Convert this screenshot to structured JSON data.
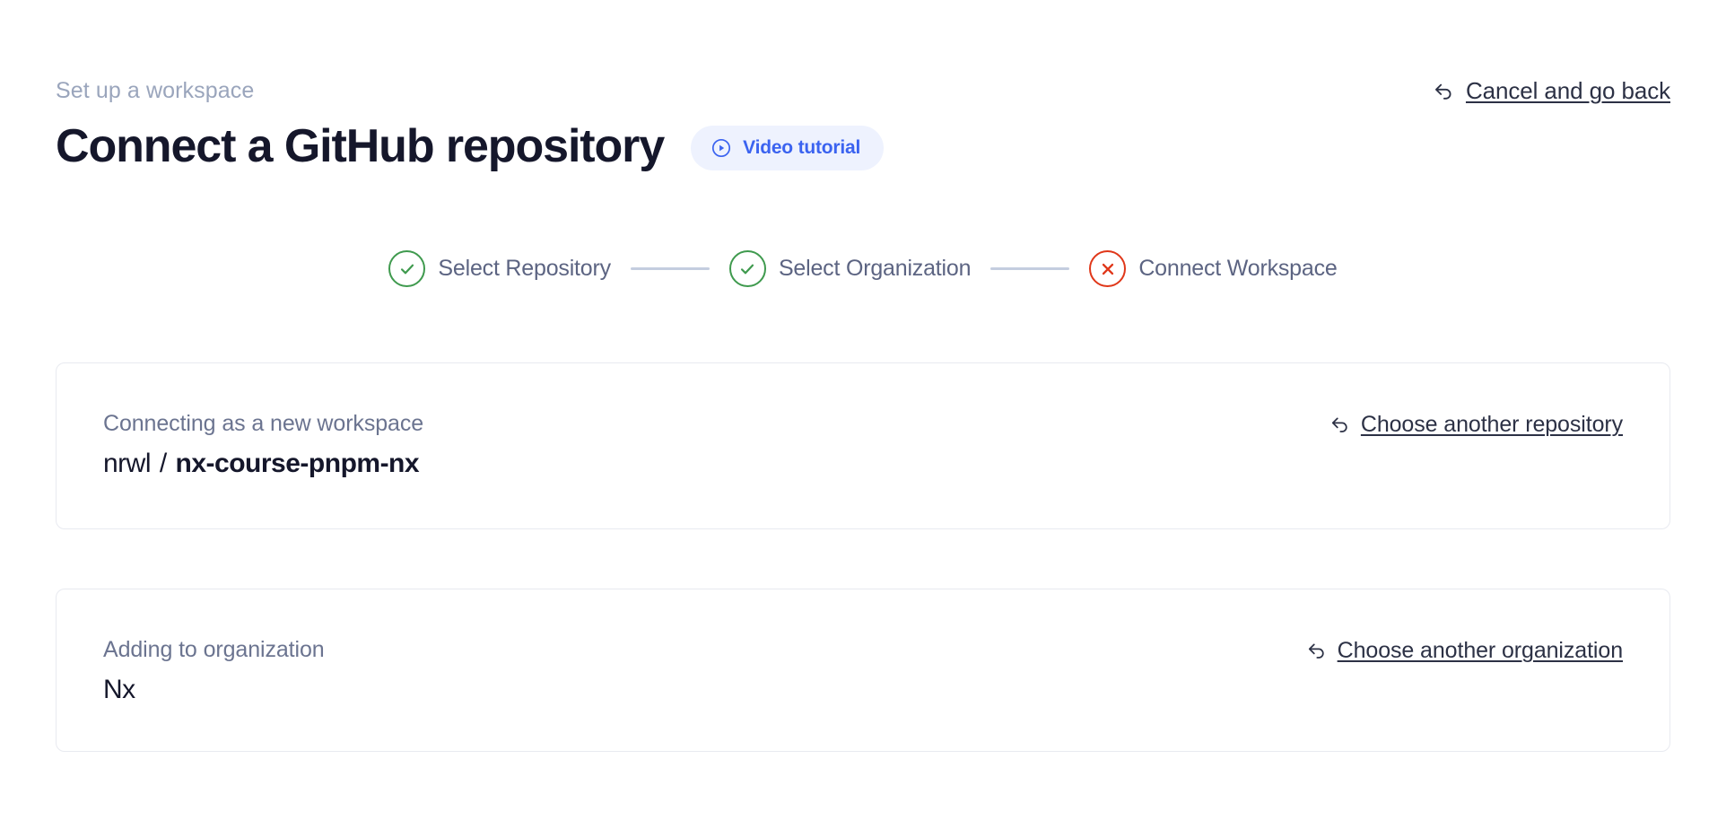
{
  "header": {
    "eyebrow": "Set up a workspace",
    "title": "Connect a GitHub repository",
    "video_badge": {
      "label": "Video tutorial",
      "icon": "play-circle-icon",
      "text_color": "#3b63f0",
      "background_color": "#eef2fe"
    },
    "cancel_link": {
      "label": "Cancel and go back",
      "icon": "back-arrow-icon"
    }
  },
  "stepper": {
    "steps": [
      {
        "label": "Select Repository",
        "state": "done",
        "icon": "check-circle-icon",
        "color": "#3f9a4e"
      },
      {
        "label": "Select Organization",
        "state": "done",
        "icon": "check-circle-icon",
        "color": "#3f9a4e"
      },
      {
        "label": "Connect Workspace",
        "state": "error",
        "icon": "x-circle-icon",
        "color": "#e03719"
      }
    ],
    "connector_color": "#c4cddf"
  },
  "cards": {
    "repository": {
      "caption": "Connecting as a new workspace",
      "owner": "nrwl",
      "separator": "/",
      "name": "nx-course-pnpm-nx",
      "link": {
        "label": "Choose another repository",
        "icon": "back-arrow-icon"
      }
    },
    "organization": {
      "caption": "Adding to organization",
      "value": "Nx",
      "link": {
        "label": "Choose another organization",
        "icon": "back-arrow-icon"
      }
    }
  },
  "colors": {
    "text_primary": "#15172b",
    "text_muted": "#6b7490",
    "eyebrow": "#9aa5bc",
    "accent_blue": "#3b63f0",
    "success_green": "#3f9a4e",
    "error_red": "#e03719",
    "card_border": "#e8eaf0"
  }
}
